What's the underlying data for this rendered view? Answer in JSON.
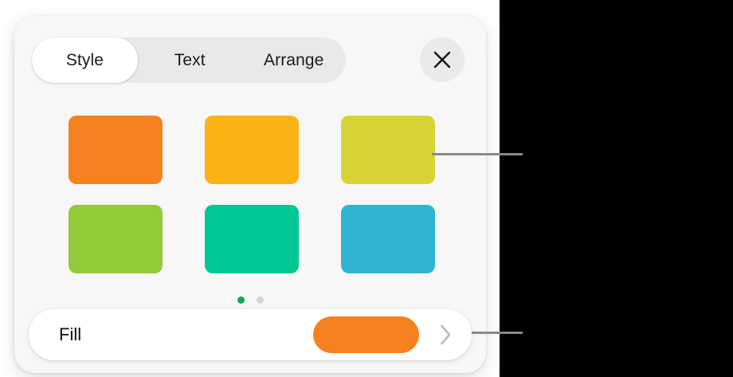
{
  "popover": {
    "name": "format-popover",
    "tabs": [
      {
        "label": "Style",
        "selected": true,
        "name": "tab-style"
      },
      {
        "label": "Text",
        "selected": false,
        "name": "tab-text"
      },
      {
        "label": "Arrange",
        "selected": false,
        "name": "tab-arrange"
      }
    ],
    "close_icon": "close-icon"
  },
  "styles": {
    "swatches": [
      {
        "name": "style-swatch-orange",
        "color": "#F5821F"
      },
      {
        "name": "style-swatch-amber",
        "color": "#FBB215"
      },
      {
        "name": "style-swatch-yellow-green",
        "color": "#D6D336"
      },
      {
        "name": "style-swatch-green",
        "color": "#92CA39"
      },
      {
        "name": "style-swatch-teal",
        "color": "#00C794"
      },
      {
        "name": "style-swatch-blue",
        "color": "#31B4D1"
      }
    ],
    "pages": [
      {
        "active": true,
        "name": "page-dot-1"
      },
      {
        "active": false,
        "name": "page-dot-2"
      }
    ],
    "active_dot_color": "#0EA84C",
    "inactive_dot_color": "#D4D4D4"
  },
  "fill_row": {
    "label": "Fill",
    "swatch_color": "#F5821F",
    "chevron_icon": "chevron-right-icon"
  },
  "callouts": [
    {
      "name": "callout-line-styles",
      "color": "#8A8A8A"
    },
    {
      "name": "callout-line-fill",
      "color": "#8A8A8A"
    }
  ]
}
